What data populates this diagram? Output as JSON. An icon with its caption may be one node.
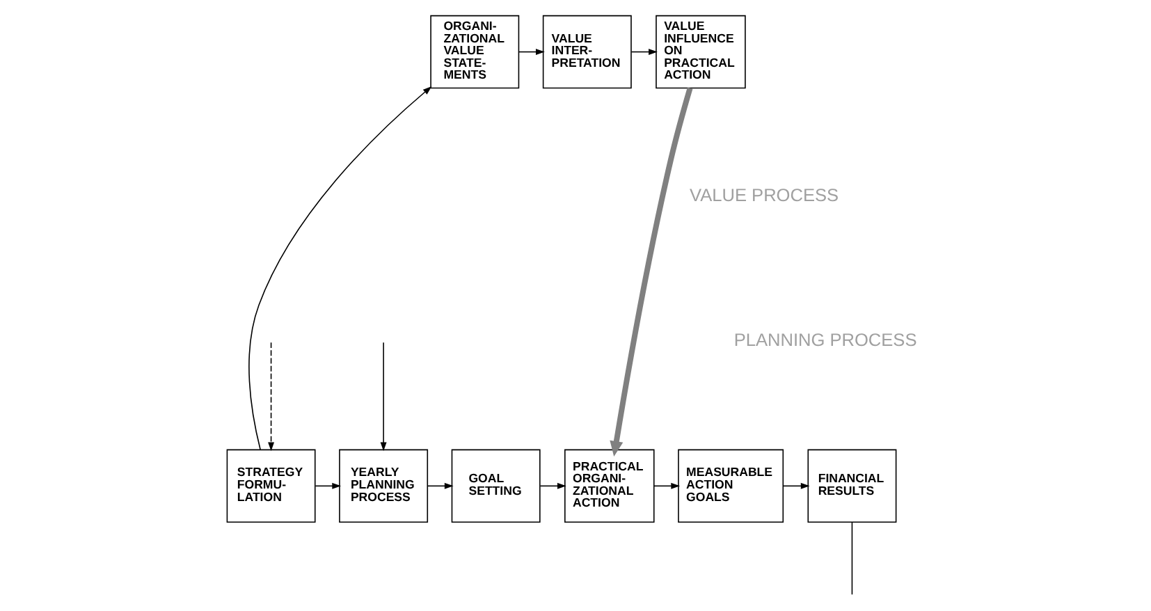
{
  "diagram": {
    "nodes": [
      {
        "text": [
          "ORGANI- ZATIONAL VALUE STATE- MENTS"
        ]
      },
      {
        "text": [
          "VALUE INTER- PRETATION"
        ]
      },
      {
        "text": [
          "VALUE INFLUENCE ON PRACTICAL ACTION"
        ]
      },
      {
        "text": [
          "STRATEGY FORMU- LATION"
        ]
      },
      {
        "text": [
          "YEARLY PLANNING PROCESS"
        ]
      },
      {
        "text": [
          "GOAL SETTING"
        ]
      },
      {
        "text": [
          "PRACTICAL ORGANI- ZATIONAL ACTION"
        ]
      },
      {
        "text": [
          "MEASURABLE ACTION GOALS"
        ]
      },
      {
        "text": [
          "FINANCIAL RESULTS"
        ]
      }
    ],
    "edges": [
      {
        "from": 3,
        "to": 0,
        "arrow": "to"
      },
      {
        "from": 0,
        "to": 1,
        "arrow": "to"
      },
      {
        "from": 1,
        "to": 2,
        "arrow": "to"
      },
      {
        "from": 2,
        "to": 6,
        "arrow": "to",
        "style": "thick",
        "color": "#808080"
      },
      {
        "from": 3,
        "to": 4,
        "arrow": "to"
      },
      {
        "from": 4,
        "to": 5,
        "arrow": "to"
      },
      {
        "from": 5,
        "to": 6,
        "arrow": "to"
      },
      {
        "from": 6,
        "to": 7,
        "arrow": "to"
      },
      {
        "from": 7,
        "to": 8,
        "arrow": "to"
      },
      {
        "from": null,
        "to": 3,
        "arrow": "to",
        "style": "dashed"
      },
      {
        "from": null,
        "to": 4,
        "arrow": "to"
      },
      {
        "from": 8,
        "to": null,
        "arrow": "none"
      }
    ],
    "labels": [
      "VALUE PROCESS",
      "PLANNING PROCESS"
    ]
  }
}
